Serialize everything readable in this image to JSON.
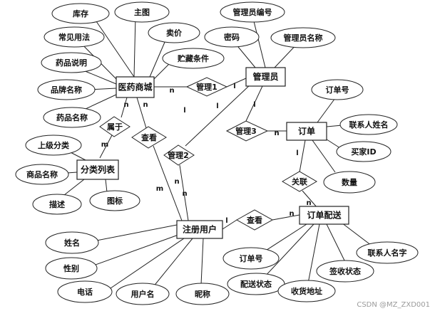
{
  "entities": [
    {
      "id": "med",
      "label": "医药商城"
    },
    {
      "id": "admin",
      "label": "管理员"
    },
    {
      "id": "order",
      "label": "订单"
    },
    {
      "id": "cat",
      "label": "分类列表"
    },
    {
      "id": "user",
      "label": "注册用户"
    },
    {
      "id": "delivery",
      "label": "订单配送"
    }
  ],
  "relationships": [
    {
      "id": "r_admin1",
      "label": "管理1"
    },
    {
      "id": "r_admin2",
      "label": "管理2"
    },
    {
      "id": "r_admin3",
      "label": "管理3"
    },
    {
      "id": "r_belong",
      "label": "属于"
    },
    {
      "id": "r_view1",
      "label": "查看"
    },
    {
      "id": "r_view2",
      "label": "查看"
    },
    {
      "id": "r_link",
      "label": "关联"
    }
  ],
  "attributes": [
    {
      "id": "a_stock",
      "label": "库存"
    },
    {
      "id": "a_mainimg",
      "label": "主图"
    },
    {
      "id": "a_usage",
      "label": "常见用法"
    },
    {
      "id": "a_price",
      "label": "卖价"
    },
    {
      "id": "a_desc",
      "label": "药品说明"
    },
    {
      "id": "a_storage",
      "label": "贮藏条件"
    },
    {
      "id": "a_brand",
      "label": "品牌名称"
    },
    {
      "id": "a_drugname",
      "label": "药品名称"
    },
    {
      "id": "a_adminno",
      "label": "管理员编号"
    },
    {
      "id": "a_pwd",
      "label": "密码"
    },
    {
      "id": "a_adminname",
      "label": "管理员名称"
    },
    {
      "id": "a_orderno",
      "label": "订单号"
    },
    {
      "id": "a_contact",
      "label": "联系人姓名"
    },
    {
      "id": "a_buyer",
      "label": "买家ID"
    },
    {
      "id": "a_qty",
      "label": "数量"
    },
    {
      "id": "a_parent",
      "label": "上级分类"
    },
    {
      "id": "a_prodname",
      "label": "商品名称"
    },
    {
      "id": "a_describe",
      "label": "描述"
    },
    {
      "id": "a_icon",
      "label": "图标"
    },
    {
      "id": "a_name",
      "label": "姓名"
    },
    {
      "id": "a_gender",
      "label": "性别"
    },
    {
      "id": "a_phone",
      "label": "电话"
    },
    {
      "id": "a_username",
      "label": "用户名"
    },
    {
      "id": "a_nick",
      "label": "昵称"
    },
    {
      "id": "a_d_orderno",
      "label": "订单号"
    },
    {
      "id": "a_d_status",
      "label": "配送状态"
    },
    {
      "id": "a_d_addr",
      "label": "收货地址"
    },
    {
      "id": "a_d_sign",
      "label": "签收状态"
    },
    {
      "id": "a_d_contact",
      "label": "联系人名字"
    }
  ],
  "cardinalities": [
    {
      "id": "c1",
      "label": "n"
    },
    {
      "id": "c2",
      "label": "l"
    },
    {
      "id": "c3",
      "label": "n"
    },
    {
      "id": "c4",
      "label": "l"
    },
    {
      "id": "c5",
      "label": "n"
    },
    {
      "id": "c6",
      "label": "l"
    },
    {
      "id": "c7",
      "label": "n"
    },
    {
      "id": "c8",
      "label": "m"
    },
    {
      "id": "c9",
      "label": "m"
    },
    {
      "id": "c10",
      "label": "n"
    },
    {
      "id": "c11",
      "label": "l"
    },
    {
      "id": "c12",
      "label": "n"
    },
    {
      "id": "c13",
      "label": "l"
    },
    {
      "id": "c14",
      "label": "n"
    },
    {
      "id": "c15",
      "label": "l"
    },
    {
      "id": "c16",
      "label": "n"
    }
  ],
  "watermark": "CSDN @MZ_ZXD001"
}
